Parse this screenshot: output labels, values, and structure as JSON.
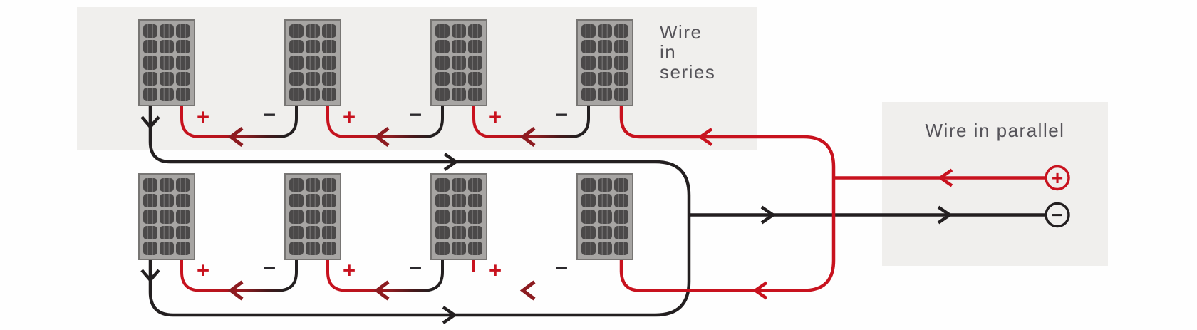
{
  "series_section": {
    "title_lines": [
      "Wire",
      "in",
      "series"
    ]
  },
  "parallel_section": {
    "title": "Wire in parallel"
  },
  "polarity_labels": {
    "plus": "+",
    "minus": "−"
  },
  "terminals": {
    "positive_symbol": "+",
    "negative_symbol": "−"
  },
  "panels": {
    "rows": 2,
    "per_row": 4,
    "cells_per_panel": 15
  },
  "colors": {
    "positive_wire": "#c8121e",
    "negative_wire": "#231f20",
    "series_arrow": "#8c1b20",
    "band_background": "#f0efed",
    "title_text": "#56545a",
    "panel_frame": "#a7a5a3",
    "panel_cell": "#4b4949"
  }
}
